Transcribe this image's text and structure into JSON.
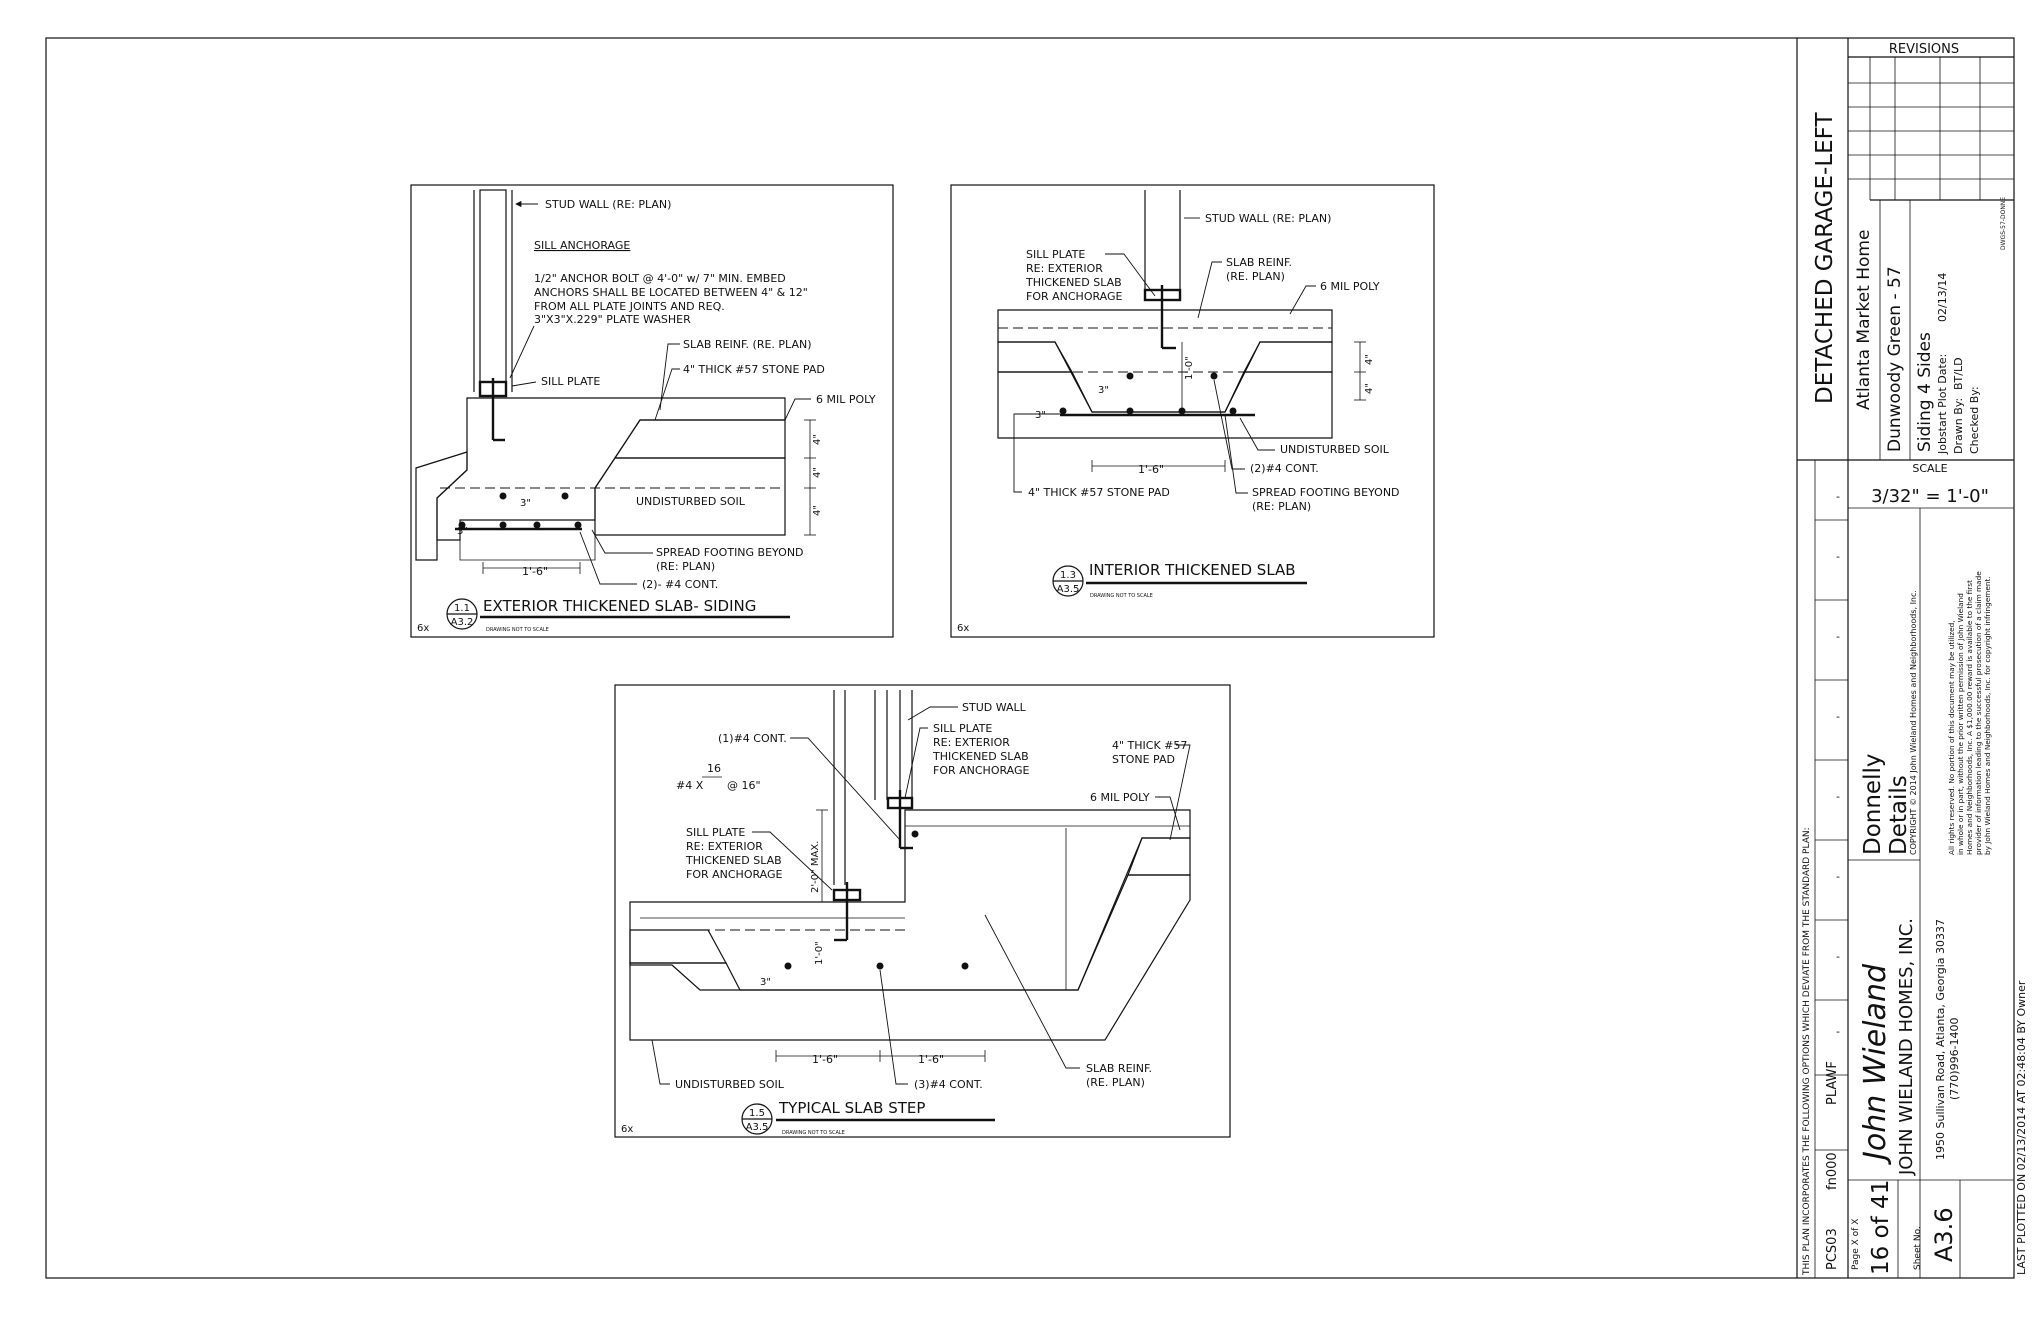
{
  "details": [
    {
      "id": "exterior",
      "callout_num": "1.1",
      "callout_sheet": "A3.2",
      "title": "EXTERIOR THICKENED SLAB- SIDING",
      "note": "DRAWING NOT TO SCALE",
      "scale_mark": "6x",
      "labels": {
        "stud_wall": "STUD WALL (RE: PLAN)",
        "sill_anchorage": "SILL ANCHORAGE",
        "anchor_line1": "1/2\" ANCHOR BOLT @ 4'-0\" w/ 7\" MIN. EMBED",
        "anchor_line2": "ANCHORS SHALL BE LOCATED BETWEEN 4\" & 12\"",
        "anchor_line3": "FROM ALL PLATE JOINTS AND REQ.",
        "anchor_line4": "3\"X3\"X.229\" PLATE WASHER",
        "slab_reinf": "SLAB REINF. (RE. PLAN)",
        "stone_pad": "4\" THICK #57 STONE PAD",
        "sill_plate": "SILL PLATE",
        "poly": "6 MIL POLY",
        "undisturbed": "UNDISTURBED SOIL",
        "spread1": "SPREAD FOOTING BEYOND",
        "spread2": "(RE: PLAN)",
        "cont": "(2)- #4 CONT.",
        "dim_1_6": "1'-6\"",
        "dim_4a": "4\"",
        "dim_4b": "4\"",
        "dim_4c": "4\"",
        "dim_3": "3\"",
        "dim_3b": "3\""
      }
    },
    {
      "id": "interior",
      "callout_num": "1.3",
      "callout_sheet": "A3.5",
      "title": "INTERIOR THICKENED SLAB",
      "note": "DRAWING NOT TO SCALE",
      "scale_mark": "6x",
      "labels": {
        "stud_wall": "STUD WALL (RE: PLAN)",
        "sill1": "SILL PLATE",
        "sill2": "RE: EXTERIOR",
        "sill3": "THICKENED SLAB",
        "sill4": "FOR ANCHORAGE",
        "slab1": "SLAB REINF.",
        "slab2": "(RE. PLAN)",
        "poly": "6 MIL POLY",
        "undisturbed": "UNDISTURBED SOIL",
        "cont": "(2)#4 CONT.",
        "spread1": "SPREAD FOOTING BEYOND",
        "spread2": "(RE: PLAN)",
        "stone": "4\" THICK #57 STONE PAD",
        "dim_1_6": "1'-6\"",
        "dim_1_0": "1'-0\"",
        "dim_4a": "4\"",
        "dim_4b": "4\"",
        "dim_3": "3\"",
        "dim_3b": "3\""
      }
    },
    {
      "id": "step",
      "callout_num": "1.5",
      "callout_sheet": "A3.5",
      "title": "TYPICAL SLAB STEP",
      "note": "DRAWING NOT TO SCALE",
      "scale_mark": "6x",
      "labels": {
        "stud_wall": "STUD WALL",
        "cont1": "(1)#4 CONT.",
        "bar": "#4 X",
        "bar_num": "16",
        "bar_sp": "@ 16\"",
        "sillA1": "SILL PLATE",
        "sillA2": "RE: EXTERIOR",
        "sillA3": "THICKENED SLAB",
        "sillA4": "FOR ANCHORAGE",
        "sillB1": "SILL PLATE",
        "sillB2": "RE: EXTERIOR",
        "sillB3": "THICKENED SLAB",
        "sillB4": "FOR ANCHORAGE",
        "stone1": "4\" THICK #57",
        "stone2": "STONE PAD",
        "poly": "6 MIL POLY",
        "max": "2'-0\" MAX.",
        "dim_1_0": "1'-0\"",
        "dim_3": "3\"",
        "dim_1_6a": "1'-6\"",
        "dim_1_6b": "1'-6\"",
        "undisturbed": "UNDISTURBED SOIL",
        "cont3": "(3)#4 CONT.",
        "slab1": "SLAB REINF.",
        "slab2": "(RE. PLAN)"
      }
    }
  ],
  "title_block": {
    "project_title": "DETACHED GARAGE-LEFT",
    "market": "Atlanta Market Home",
    "community": "Dunwoody Green - 57",
    "siding": "Siding 4 Sides",
    "plot_label": "Jobstart Plot Date:",
    "plot_date": "02/13/14",
    "drawn_label": "Drawn By:",
    "drawn_by": "BT/LD",
    "checked_label": "Checked By:",
    "dwg_code": "DWGS-57-DONNE",
    "revisions_header": "REVISIONS",
    "scale_label": "SCALE",
    "scale_value": "3/32\" = 1'-0\"",
    "plan_name": "Donnelly",
    "sheet_desc": "Details",
    "copyright": "COPYRIGHT © 2014 John Wieland Homes and Neighborhoods, Inc.",
    "legal1": "All rights reserved. No portion of this document may be utilized,",
    "legal2": "in whole or in part, without the prior written permission of John Wieland",
    "legal3": "Homes and Neighborhoods, Inc. A $1,000.00 reward is available to the first",
    "legal4": "provider of information leading to the successful prosecution of a claim made",
    "legal5": "by John Wieland Homes and Neighborhoods, Inc. for copyright infringement.",
    "company": "JOHN WIELAND HOMES, INC.",
    "signature": "John Wieland",
    "address": "1950 Sullivan Road, Atlanta, Georgia 30337",
    "phone": "(770)996-1400",
    "option_note": "THIS PLAN INCORPORATES THE FOLLOWING OPTIONS WHICH DEVIATE FROM THE STANDARD PLAN:",
    "option_codes": [
      "PCS03",
      "fn000",
      "PLAWF"
    ],
    "option_dashes": [
      "-",
      "-",
      "-",
      "-",
      "-",
      "-",
      "-",
      "-",
      "-"
    ],
    "page_label": "Page X of X",
    "page_value": "16 of 41",
    "sheet_label": "Sheet No.",
    "sheet_value": "A3.6",
    "last_plotted": "LAST PLOTTED ON 02/13/2014 AT 02:48:04 BY Owner"
  }
}
